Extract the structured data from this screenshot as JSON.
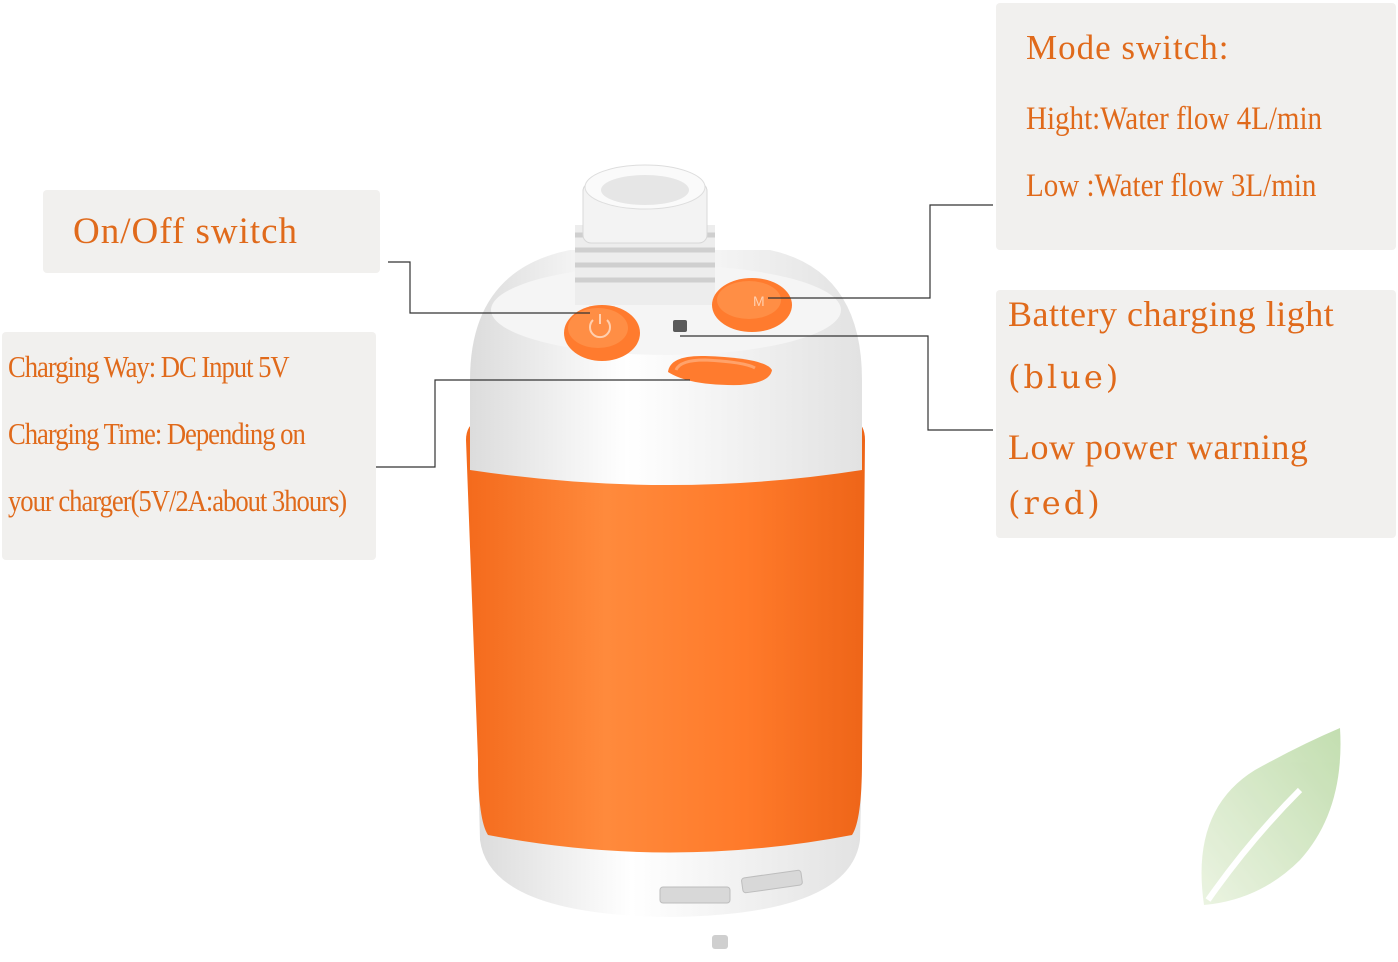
{
  "callouts": {
    "on_off": {
      "label": "On/Off switch"
    },
    "charging": {
      "line1": "Charging Way: DC Input 5V",
      "line2": "Charging Time: Depending on",
      "line3": "your charger(5V/2A:about 3hours)"
    },
    "mode": {
      "title": "Mode switch:",
      "high": "Hight:Water flow 4L/min",
      "low": "Low  :Water flow 3L/min"
    },
    "battery": {
      "line1": "Battery charging light",
      "line2": "(blue)",
      "line3": "Low power warning",
      "line4": "(red)"
    }
  },
  "colors": {
    "accent_text": "#e06a1b",
    "device_orange": "#ff7a2a",
    "device_white": "#f7f7f7",
    "callout_bg": "#f1f0ee",
    "leaf_green": "#c9e3b7"
  },
  "icons": {
    "power": "power-icon",
    "mode": "mode-icon",
    "leaf": "leaf-watermark-icon"
  }
}
